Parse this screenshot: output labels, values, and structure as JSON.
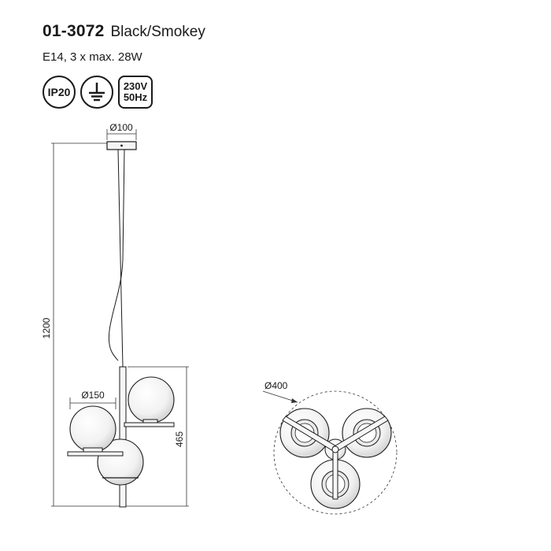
{
  "product": {
    "code": "01-3072",
    "color": "Black/Smokey",
    "spec": "E14, 3 x max. 28W"
  },
  "badges": {
    "ip": "IP20",
    "ground_icon": "ground-icon",
    "voltage": "230V",
    "frequency": "50Hz"
  },
  "dimensions": {
    "canopy": "Ø100",
    "height": "1200",
    "globe": "Ø150",
    "body": "465",
    "spread": "Ø400"
  }
}
